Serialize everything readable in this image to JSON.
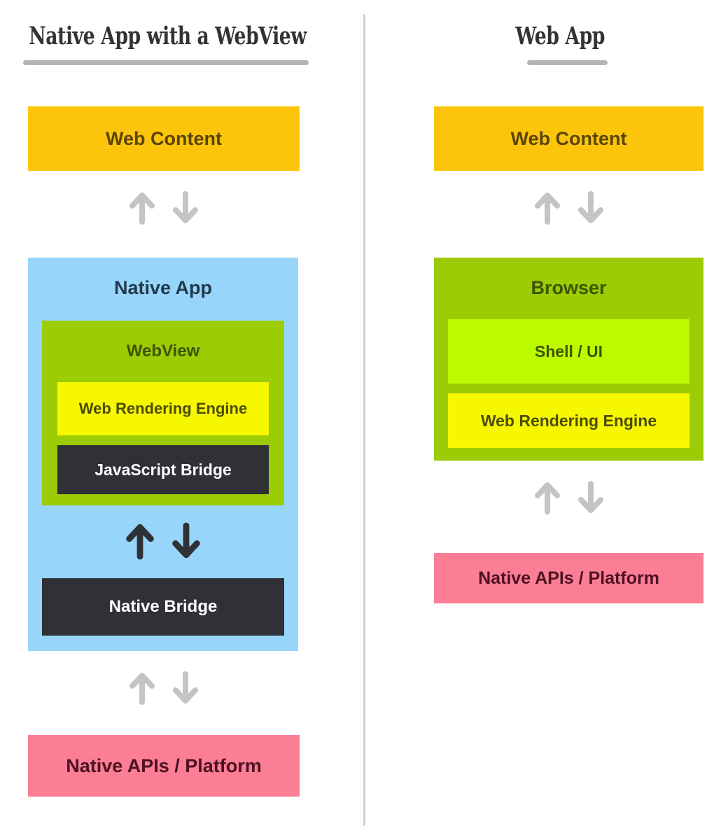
{
  "diagram": {
    "background": "#ffffff",
    "divider_color": "#cfcfcf",
    "arrow_gray": "#c4c4c4",
    "arrow_dark": "#2f3136"
  },
  "columns": [
    {
      "id": "native-app-with-webview",
      "title": "Native App with a WebView",
      "layers": [
        {
          "name": "web-content",
          "label": "Web Content",
          "color": "#fcc50b",
          "text_color": "#5a4407"
        },
        {
          "name": "arrows",
          "icons": [
            "arrow-up-icon",
            "arrow-down-icon"
          ],
          "color": "#c4c4c4"
        },
        {
          "name": "native-app",
          "label": "Native App",
          "color": "#97d6fa",
          "text_color": "#22394d",
          "children": [
            {
              "name": "webview",
              "label": "WebView",
              "color": "#9bcc05",
              "text_color": "#3f5402",
              "children": [
                {
                  "name": "web-rendering-engine",
                  "label": "Web Rendering Engine",
                  "color": "#f7f700",
                  "text_color": "#4c4c06"
                },
                {
                  "name": "javascript-bridge",
                  "label": "JavaScript Bridge",
                  "color": "#2f3136",
                  "text_color": "#ffffff"
                }
              ]
            },
            {
              "name": "inner-arrows",
              "icons": [
                "arrow-up-icon",
                "arrow-down-icon"
              ],
              "color": "#2f3136"
            },
            {
              "name": "native-bridge",
              "label": "Native Bridge",
              "color": "#2f3136",
              "text_color": "#ffffff"
            }
          ]
        },
        {
          "name": "arrows-2",
          "icons": [
            "arrow-up-icon",
            "arrow-down-icon"
          ],
          "color": "#c4c4c4"
        },
        {
          "name": "native-apis-platform",
          "label": "Native APIs / Platform",
          "color": "#fb7e95",
          "text_color": "#4d1222"
        }
      ]
    },
    {
      "id": "web-app",
      "title": "Web App",
      "layers": [
        {
          "name": "web-content",
          "label": "Web Content",
          "color": "#fcc50b",
          "text_color": "#5a4407"
        },
        {
          "name": "arrows",
          "icons": [
            "arrow-up-icon",
            "arrow-down-icon"
          ],
          "color": "#c4c4c4"
        },
        {
          "name": "browser",
          "label": "Browser",
          "color": "#9bcc05",
          "text_color": "#3f5402",
          "children": [
            {
              "name": "shell-ui",
              "label": "Shell / UI",
              "color": "#bcfa00",
              "text_color": "#3f5402"
            },
            {
              "name": "web-rendering-engine",
              "label": "Web Rendering Engine",
              "color": "#f7f700",
              "text_color": "#4c4c06"
            }
          ]
        },
        {
          "name": "arrows-2",
          "icons": [
            "arrow-up-icon",
            "arrow-down-icon"
          ],
          "color": "#c4c4c4"
        },
        {
          "name": "native-apis-platform",
          "label": "Native APIs / Platform",
          "color": "#fb7e95",
          "text_color": "#4d1222"
        }
      ]
    }
  ]
}
